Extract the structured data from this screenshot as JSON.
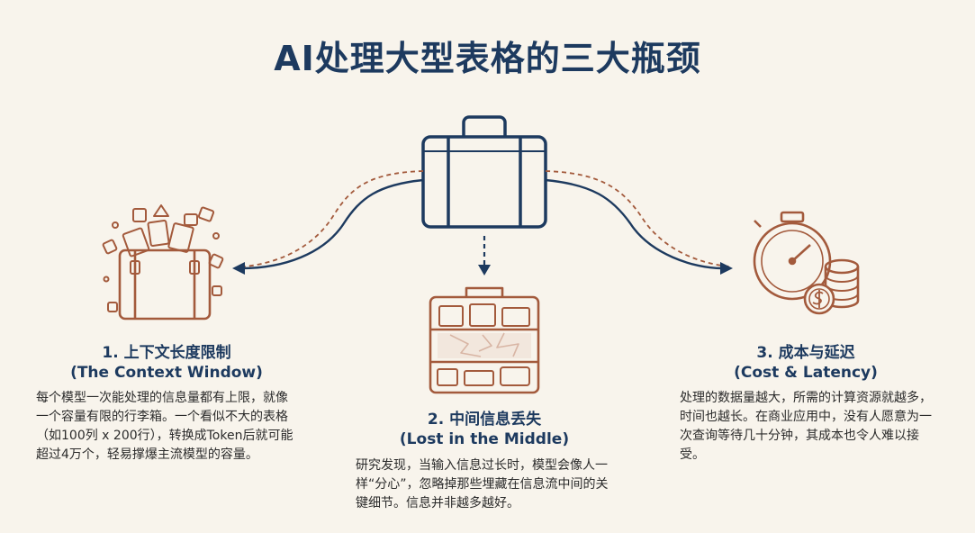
{
  "title": "AI处理大型表格的三大瓶颈",
  "colors": {
    "navy": "#1d3a5f",
    "brown": "#a35a3c",
    "background": "#f8f4ec"
  },
  "sections": [
    {
      "heading_zh": "1. 上下文长度限制",
      "heading_en": "(The Context Window)",
      "body": "每个模型一次能处理的信息量都有上限，就像一个容量有限的行李箱。一个看似不大的表格（如100列 x 200行），转换成Token后就可能超过4万个，轻易撑爆主流模型的容量。",
      "icon": "overflowing-suitcase-icon"
    },
    {
      "heading_zh": "2. 中间信息丢失",
      "heading_en": "(Lost in the Middle)",
      "body": "研究发现，当输入信息过长时，模型会像人一样“分心”，忽略掉那些埋藏在信息流中间的关键细节。信息并非越多越好。",
      "icon": "broken-suitcase-icon"
    },
    {
      "heading_zh": "3. 成本与延迟",
      "heading_en": "(Cost & Latency)",
      "body": "处理的数据量越大，所需的计算资源就越多，时间也越长。在商业应用中，没有人愿意为一次查询等待几十分钟，其成本也令人难以接受。",
      "icon": "stopwatch-coins-icon"
    }
  ]
}
